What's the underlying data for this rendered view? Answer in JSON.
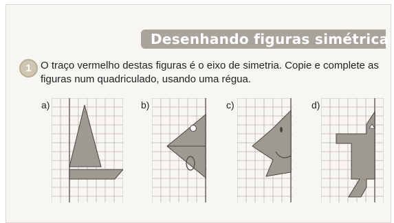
{
  "header": {
    "title": "Desenhando figuras simétricas"
  },
  "exercise": {
    "number": "1",
    "instructions": "O traço vermelho destas figuras é o eixo de simetria. Copie e complete as figuras num quadriculado, usando uma régua."
  },
  "figures": [
    {
      "label": "a)"
    },
    {
      "label": "b)"
    },
    {
      "label": "c)"
    },
    {
      "label": "d)"
    }
  ],
  "colors": {
    "shape_fill": "#9e9a92",
    "shape_stroke": "#4a4640",
    "grid_line": "#b8b4aa",
    "axis_line": "#8a8680",
    "banner": "#a9a49b"
  }
}
